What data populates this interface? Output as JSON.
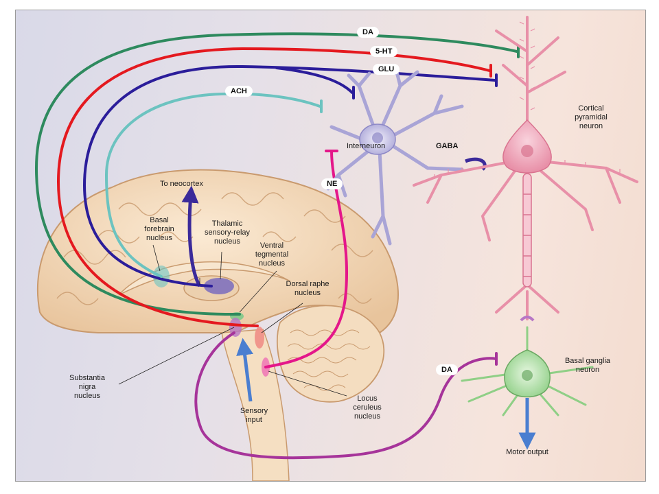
{
  "pathways": {
    "da": "DA",
    "serotonin": "5-HT",
    "glu": "GLU",
    "ach": "ACH",
    "ne": "NE",
    "gaba": "GABA",
    "da_motor": "DA"
  },
  "labels": {
    "interneuron": "Interneuron",
    "cortical_pyramidal": "Cortical\npyramidal\nneuron",
    "to_neocortex": "To neocortex",
    "basal_forebrain": "Basal\nforebrain\nnucleus",
    "thalamic": "Thalamic\nsensory-relay\nnucleus",
    "ventral_tegmental": "Ventral\ntegmental\nnucleus",
    "dorsal_raphe": "Dorsal raphe\nnucleus",
    "substantia_nigra": "Substantia\nnigra\nnucleus",
    "sensory_input": "Sensory\ninput",
    "locus_ceruleus": "Locus\nceruleus\nnucleus",
    "basal_ganglia": "Basal ganglia\nneuron",
    "motor_output": "Motor output"
  },
  "colors": {
    "da": "#2e8a5e",
    "serotonin": "#e4191f",
    "glu": "#2b1d9a",
    "ach": "#6cc3c0",
    "ne": "#e4178a",
    "da_motor": "#a6349a",
    "sensory": "#4a7ed0",
    "brain": "#f2d8b8",
    "interneuron": "#c9c6e6",
    "pyramidal": "#f2b8c6",
    "basal_ganglia": "#b8e0b0"
  }
}
